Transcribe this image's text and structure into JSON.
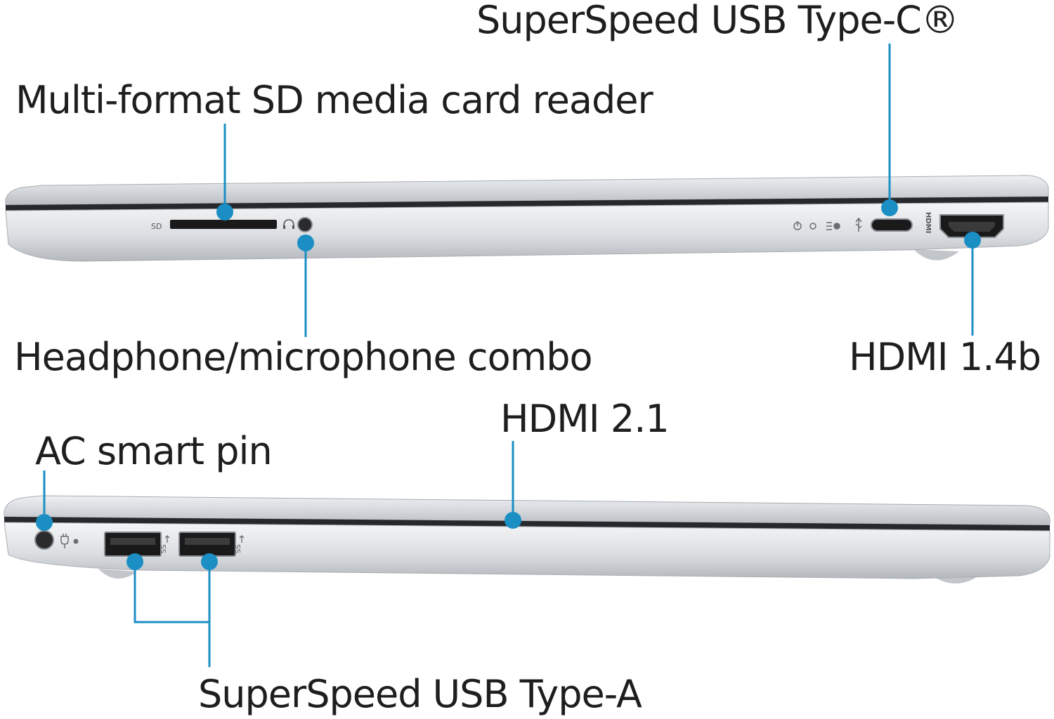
{
  "callout_color": "#1b8fc4",
  "labels": {
    "usb_c": "SuperSpeed USB Type-C®",
    "sd_reader": "Multi-format SD media card reader",
    "headphone": "Headphone/microphone combo",
    "hdmi_14b": "HDMI 1.4b",
    "hdmi_21": "HDMI 2.1",
    "ac_pin": "AC smart pin",
    "usb_a": "SuperSpeed USB Type-A"
  },
  "port_markings": {
    "sd": "SD",
    "hdmi": "HDMI",
    "ss": "SS"
  }
}
